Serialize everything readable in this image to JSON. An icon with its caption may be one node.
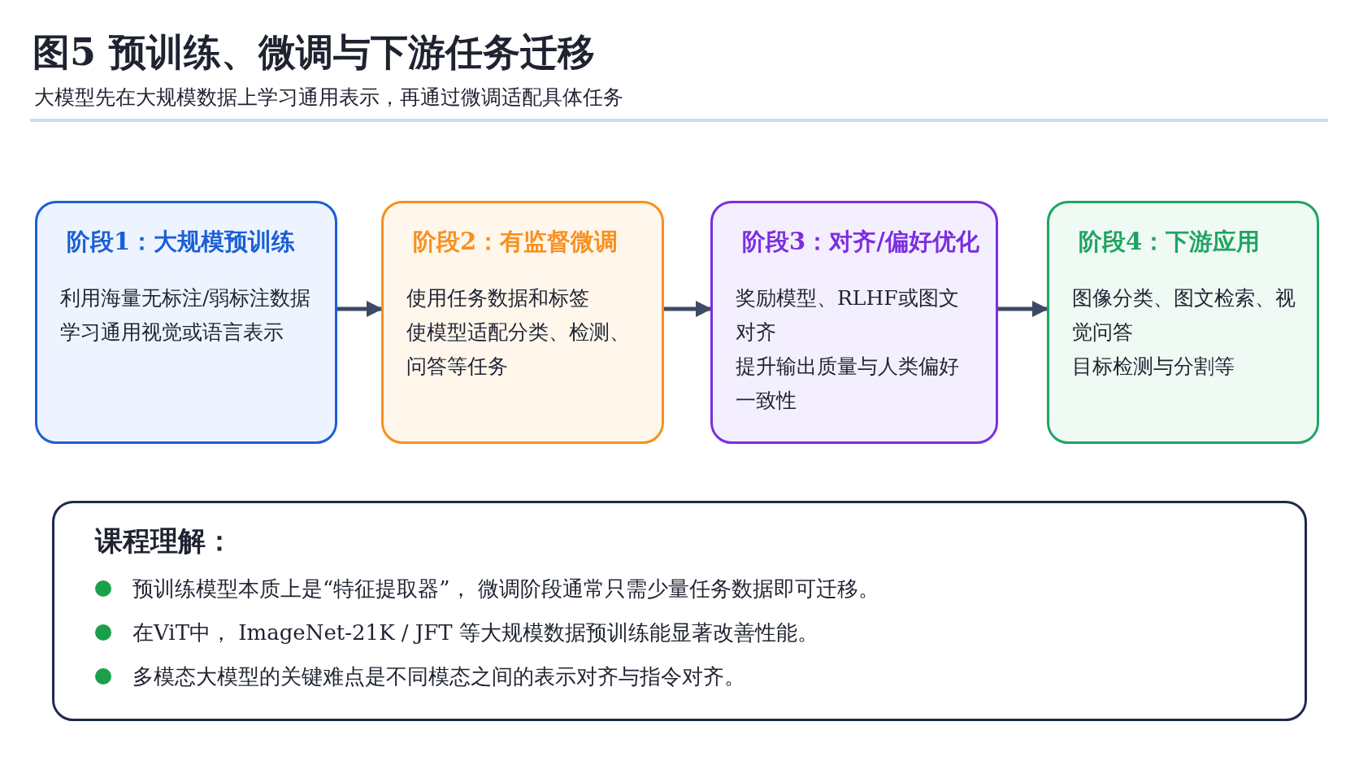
{
  "diagram": {
    "title": "图5 预训练、微调与下游任务迁移",
    "nodes": [
      {
        "text": [
          "阶段1：大规模预训练",
          "利用海量无标注/弱标注数据",
          "学习通用视觉或语言表示"
        ]
      },
      {
        "text": [
          "阶段2：有监督微调",
          "使用任务数据和标签",
          "使模型适配分类、检测、问答等任务"
        ]
      },
      {
        "text": [
          "阶段3：对齐/偏好优化",
          "奖励模型、RLHF或图文对齐",
          "提升输出质量与人类偏好一致性"
        ]
      },
      {
        "text": [
          "阶段4：下游应用",
          "图像分类、图文检索、视觉问答",
          "目标检测与分割等"
        ]
      },
      {
        "text": [
          "课程理解：",
          "预训练模型本质上是“特征提取器”， 微调阶段通常只需少量任务数据即可迁移。",
          "在ViT中， ImageNet-21K / JFT 等大规模数据预训练能显著改善性能。",
          "多模态大模型的关键难点是不同模态之间的表示对齐与指令对齐。"
        ]
      }
    ],
    "edges": [
      {
        "from": 0,
        "to": 1,
        "arrow": "to"
      },
      {
        "from": 1,
        "to": 2,
        "arrow": "to"
      },
      {
        "from": 2,
        "to": 3,
        "arrow": "to"
      }
    ],
    "labels": [
      "大模型先在大规模数据上学习通用表示，再通过微调适配具体任务"
    ]
  }
}
